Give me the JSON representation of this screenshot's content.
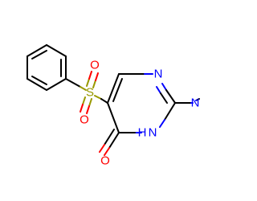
{
  "molecule": {
    "atoms": {
      "sulfur": "S",
      "oxygen_top": "O",
      "oxygen_bottom": "O",
      "oxygen_carbonyl": "O",
      "nitrogen_ring": "N",
      "nitrogen_nh": "N",
      "hydrogen_nh": "H",
      "nitrogen_dimethyl": "N"
    },
    "colors": {
      "carbon": "#000000",
      "sulfur": "#999900",
      "oxygen": "#ff0000",
      "nitrogen": "#0000ff"
    }
  }
}
